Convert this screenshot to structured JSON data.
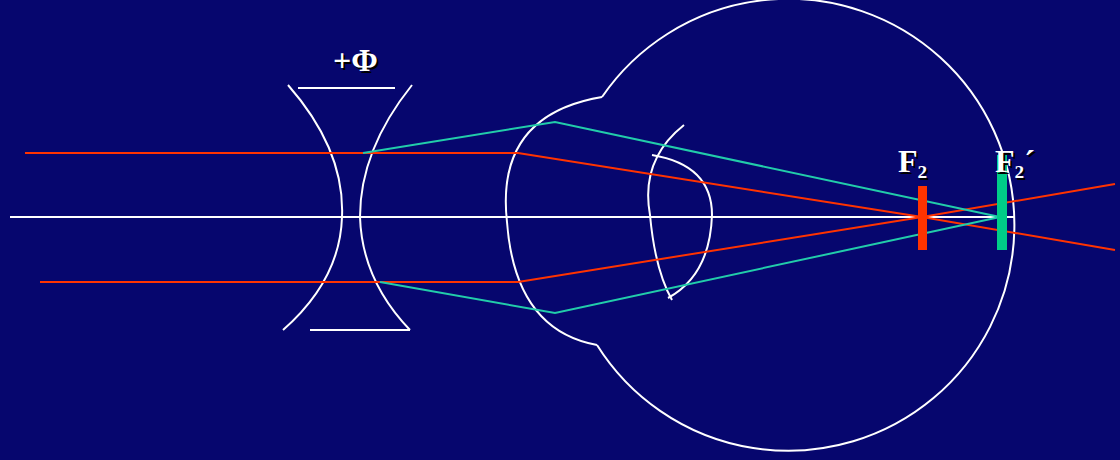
{
  "diagram": {
    "labels": [
      "+Φ",
      "F₂",
      "F₂´"
    ]
  }
}
